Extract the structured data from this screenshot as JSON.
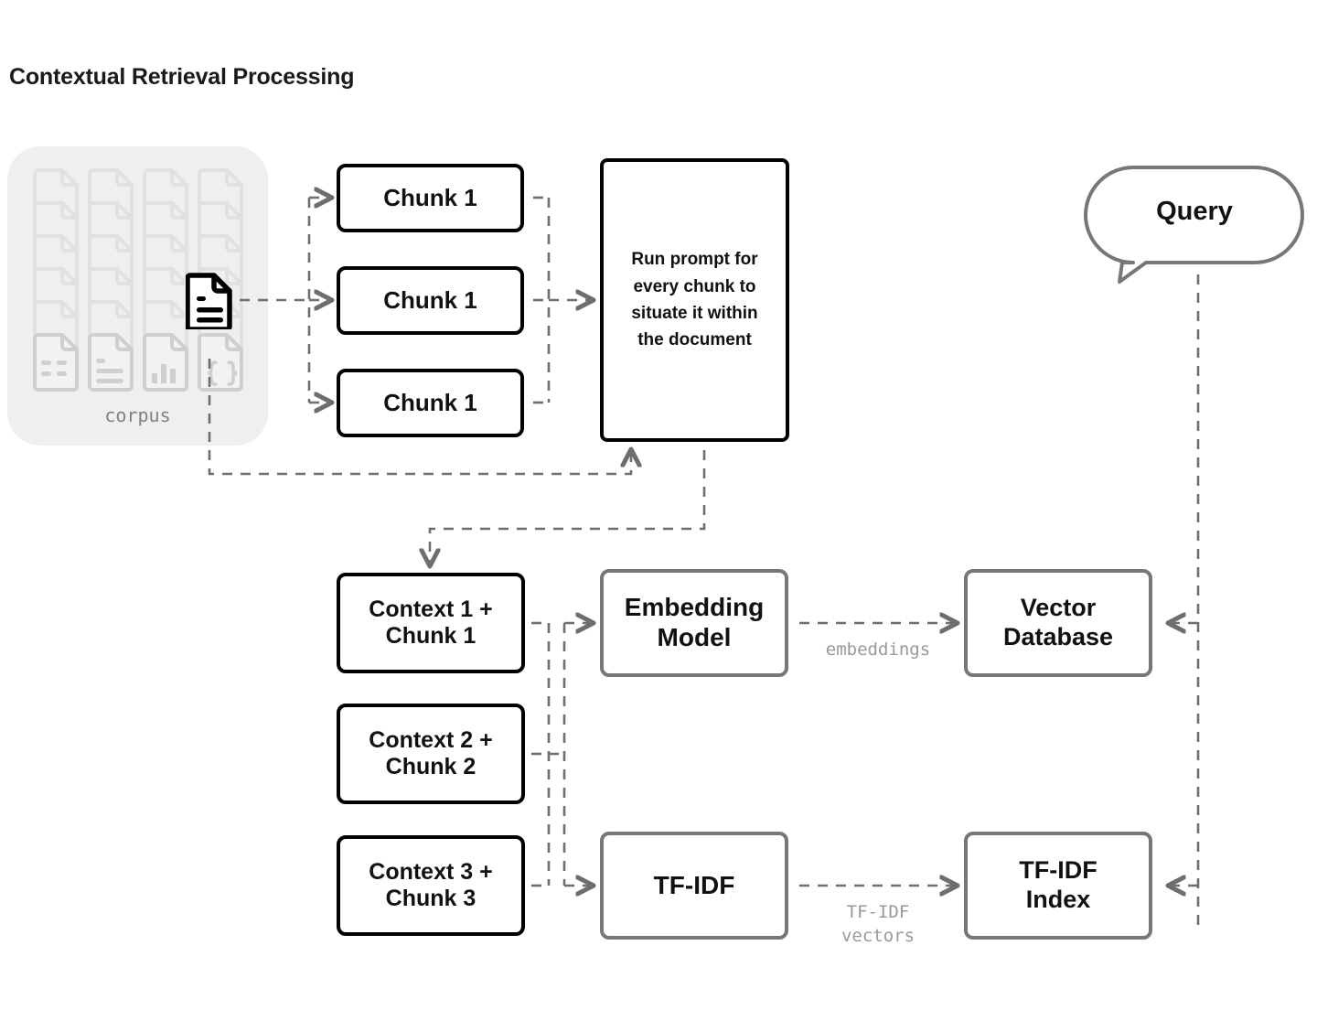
{
  "page": {
    "title": "Contextual Retrieval Processing",
    "background": "#ffffff"
  },
  "colors": {
    "ink": "#111111",
    "black_border": "#000000",
    "gray_border": "#777777",
    "dash_line": "#6e6e6e",
    "muted_text": "#999999",
    "panel_bg": "#efefef",
    "ghost_icon": "#d9d9d9"
  },
  "corpus": {
    "label": "corpus",
    "hero_icon": "document-icon",
    "ghost_icons": [
      "table-document-icon",
      "text-document-icon",
      "chart-document-icon",
      "code-document-icon"
    ]
  },
  "chunks": [
    {
      "label": "Chunk 1"
    },
    {
      "label": "Chunk 1"
    },
    {
      "label": "Chunk 1"
    }
  ],
  "prompt": {
    "label": "Run prompt for every chunk to situate it within the document"
  },
  "query": {
    "label": "Query"
  },
  "contexts": [
    {
      "line1": "Context 1 +",
      "line2": "Chunk 1"
    },
    {
      "line1": "Context 2 +",
      "line2": "Chunk 2"
    },
    {
      "line1": "Context 3 +",
      "line2": "Chunk 3"
    }
  ],
  "processors": [
    {
      "line1": "Embedding",
      "line2": "Model"
    },
    {
      "line1": "TF-IDF",
      "line2": ""
    }
  ],
  "stores": [
    {
      "line1": "Vector",
      "line2": "Database"
    },
    {
      "line1": "TF-IDF",
      "line2": "Index"
    }
  ],
  "edge_labels": {
    "embeddings": "embeddings",
    "tfidf_vectors_line1": "TF-IDF",
    "tfidf_vectors_line2": "vectors"
  }
}
